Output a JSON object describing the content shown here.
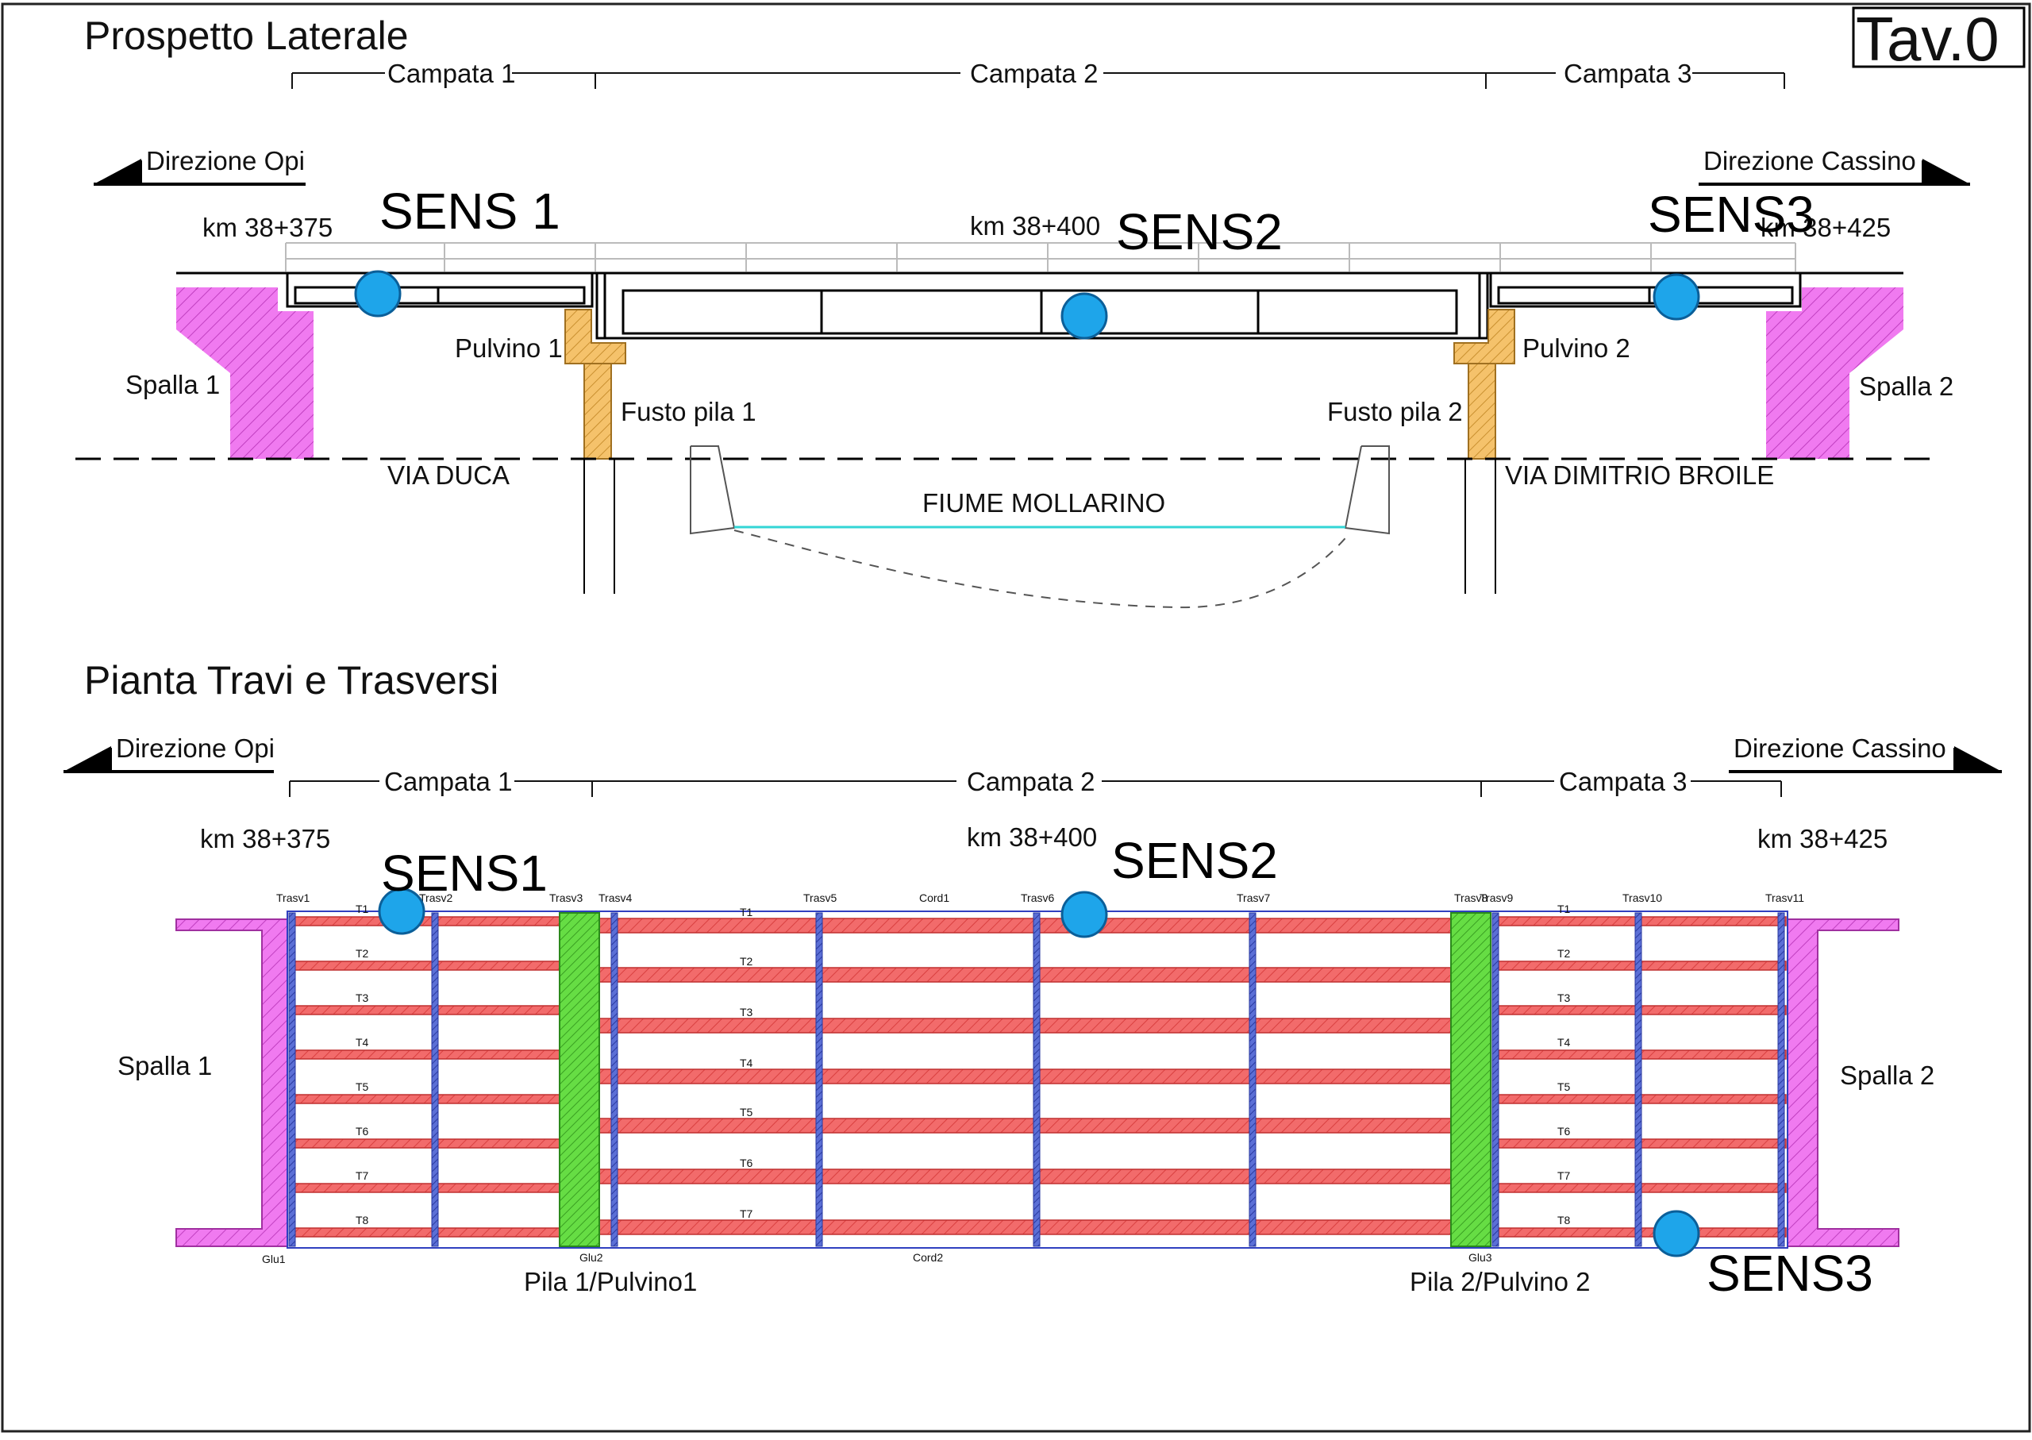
{
  "sheet_label": "Tav.0",
  "elevation": {
    "title": "Prospetto Laterale",
    "spans": [
      "Campata 1",
      "Campata 2",
      "Campata 3"
    ],
    "dir_left": "Direzione Opi",
    "dir_right": "Direzione Cassino",
    "km": [
      "km 38+375",
      "km 38+400",
      "km 38+425"
    ],
    "labels": {
      "spalla1": "Spalla 1",
      "spalla2": "Spalla 2",
      "pulvino1": "Pulvino 1",
      "pulvino2": "Pulvino 2",
      "fusto1": "Fusto pila 1",
      "fusto2": "Fusto pila 2",
      "via_left": "VIA DUCA",
      "via_right": "VIA DIMITRIO BROILE",
      "river": "FIUME MOLLARINO"
    },
    "sensors": [
      "SENS 1",
      "SENS2",
      "SENS3"
    ]
  },
  "plan": {
    "title": "Pianta Travi e Trasversi",
    "spans": [
      "Campata 1",
      "Campata 2",
      "Campata 3"
    ],
    "dir_left": "Direzione Opi",
    "dir_right": "Direzione Cassino",
    "km": [
      "km 38+375",
      "km 38+400",
      "km 38+425"
    ],
    "spalla1": "Spalla 1",
    "spalla2": "Spalla 2",
    "pila1": "Pila 1/Pulvino1",
    "pila2": "Pila 2/Pulvino 2",
    "trasv": [
      "Trasv1",
      "Trasv2",
      "Trasv3",
      "Trasv4",
      "Trasv5",
      "Cord1",
      "Trasv6",
      "Trasv7",
      "Trasv8",
      "Trasv9",
      "Trasv10",
      "Trasv11"
    ],
    "beams_side": [
      "T1",
      "T2",
      "T3",
      "T4",
      "T5",
      "T6",
      "T7",
      "T8"
    ],
    "beams_center": [
      "T1",
      "T2",
      "T3",
      "T4",
      "T5",
      "T6",
      "T7"
    ],
    "bottom": [
      "Glu1",
      "Glu2",
      "Cord2",
      "Glu3"
    ],
    "sensors": [
      "SENS1",
      "SENS2",
      "SENS3"
    ]
  },
  "colors": {
    "abutment": "#f07af0",
    "pier": "#f5c26b",
    "beam": "#f26b6b",
    "pier_cap_plan": "#66dd44",
    "sensor": "#1ea5ea",
    "river": "#33d6d6"
  }
}
